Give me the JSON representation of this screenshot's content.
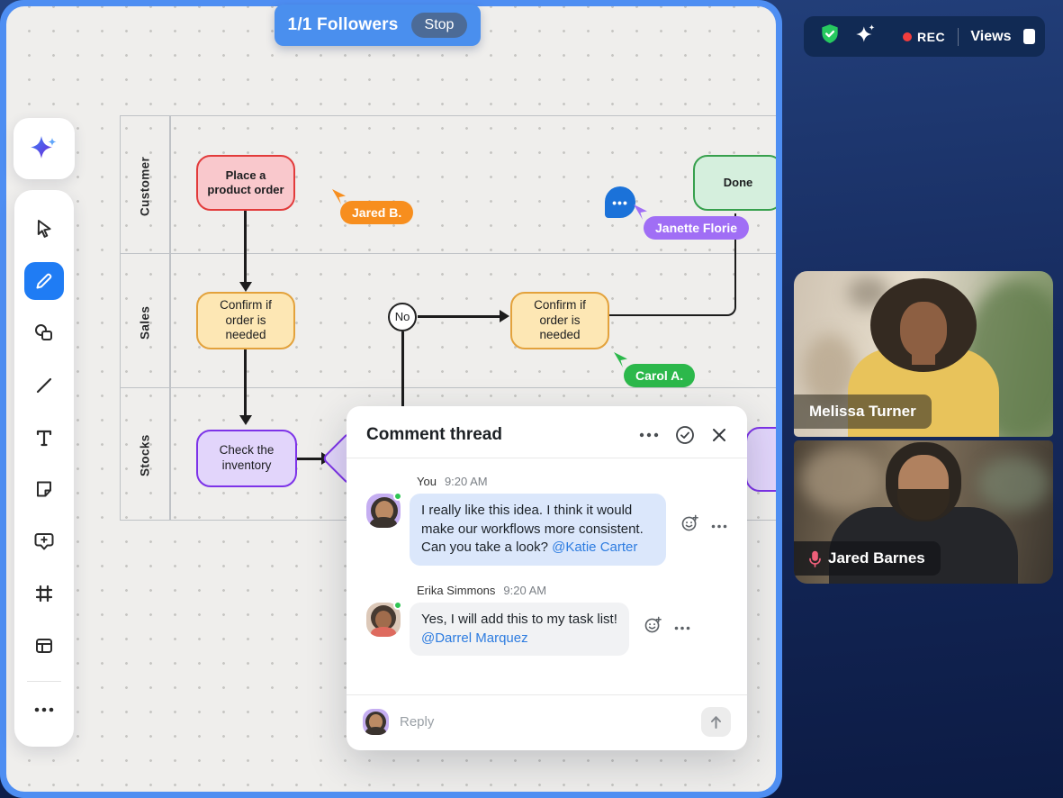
{
  "banner": {
    "followers": "1/1 Followers",
    "stop": "Stop"
  },
  "meetbar": {
    "rec": "REC",
    "views": "Views"
  },
  "toolbar": {
    "active_tool": "draw",
    "tools": [
      "ai-assistant",
      "select",
      "draw",
      "shapes",
      "line",
      "text",
      "sticky-note",
      "comment",
      "frame",
      "table",
      "more"
    ]
  },
  "diagram": {
    "lanes": [
      "Customer",
      "Sales",
      "Stocks"
    ],
    "nodes": {
      "place_order": "Place a product order",
      "done": "Done",
      "confirm1": "Confirm if order is needed",
      "no": "No",
      "confirm2": "Confirm if order is needed",
      "check_inventory": "Check the inventory"
    },
    "cursors": [
      {
        "name": "Jared B.",
        "color": "#f78e1e"
      },
      {
        "name": "Janette Florie",
        "color": "#a06ef5"
      },
      {
        "name": "Carol A.",
        "color": "#2cb84b"
      }
    ]
  },
  "comment_thread": {
    "title": "Comment thread",
    "messages": [
      {
        "author": "You",
        "time": "9:20 AM",
        "text": "I really like this idea. I think it would make our workflows more consistent. Can you take a look?",
        "mention": "@Katie Carter"
      },
      {
        "author": "Erika Simmons",
        "time": "9:20 AM",
        "text": "Yes, I will add this to my task list!",
        "mention": "@Darrel Marquez"
      }
    ],
    "reply_placeholder": "Reply"
  },
  "participants": [
    {
      "name": "Melissa Turner"
    },
    {
      "name": "Jared Barnes"
    }
  ],
  "colors": {
    "frame_blue": "#4e8ef2",
    "banner_blue": "#4a8fee",
    "node_red": "#e23b3b",
    "node_yellow": "#e3a23c",
    "node_green": "#37a04d",
    "node_purple": "#7d33e8",
    "rec_red": "#f23d3d",
    "mention_blue": "#2d7ce0"
  }
}
